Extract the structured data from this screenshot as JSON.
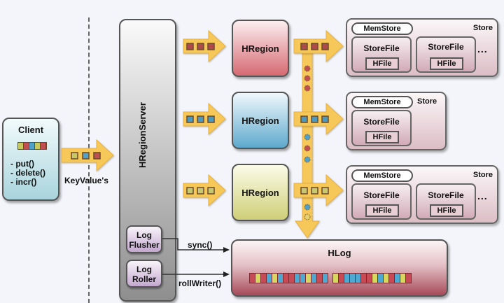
{
  "client": {
    "title": "Client",
    "methods": "- put()\n- delete()\n- incr()",
    "keyvalue_colors": [
      "#c8c860",
      "#c05050",
      "#50a0c8",
      "#c8c860",
      "#c05050"
    ]
  },
  "keyvalue_label": "KeyValue's",
  "server": {
    "title": "HRegionServer",
    "log_flusher": "Log Flusher",
    "log_roller": "Log Roller"
  },
  "regions": [
    {
      "label": "HRegion",
      "color_top": "#fbeef0",
      "color_bottom": "#d66a72",
      "kv_color": "#b04a4a"
    },
    {
      "label": "HRegion",
      "color_top": "#f0f8fc",
      "color_bottom": "#5ea9cd",
      "kv_color": "#4a9ac0"
    },
    {
      "label": "HRegion",
      "color_top": "#fbfbe8",
      "color_bottom": "#cfcf78",
      "kv_color": "#c8c870"
    }
  ],
  "stores": [
    {
      "memstore": "MemStore",
      "store_label": "Store",
      "storefiles": [
        "StoreFile",
        "StoreFile"
      ],
      "hfile": "HFile",
      "more": "..."
    },
    {
      "memstore": "MemStore",
      "store_label": "Store",
      "storefiles": [
        "StoreFile"
      ],
      "hfile": "HFile",
      "more": ""
    },
    {
      "memstore": "MemStore",
      "store_label": "Store",
      "storefiles": [
        "StoreFile",
        "StoreFile"
      ],
      "hfile": "HFile",
      "more": "..."
    }
  ],
  "hlog": {
    "title": "HLog",
    "entries_left": [
      "r",
      "y",
      "r",
      "b",
      "y",
      "b",
      "r",
      "r",
      "b",
      "b",
      "y",
      "b",
      "r",
      "b"
    ],
    "entries_right": [
      "y",
      "r",
      "b",
      "b",
      "b",
      "r",
      "r",
      "y",
      "b",
      "y",
      "r",
      "b",
      "y",
      "r"
    ],
    "palette": {
      "r": "#c84a55",
      "y": "#d8d860",
      "b": "#4fa8d0"
    }
  },
  "calls": {
    "sync": "sync()",
    "rollwriter": "rollWriter()"
  }
}
